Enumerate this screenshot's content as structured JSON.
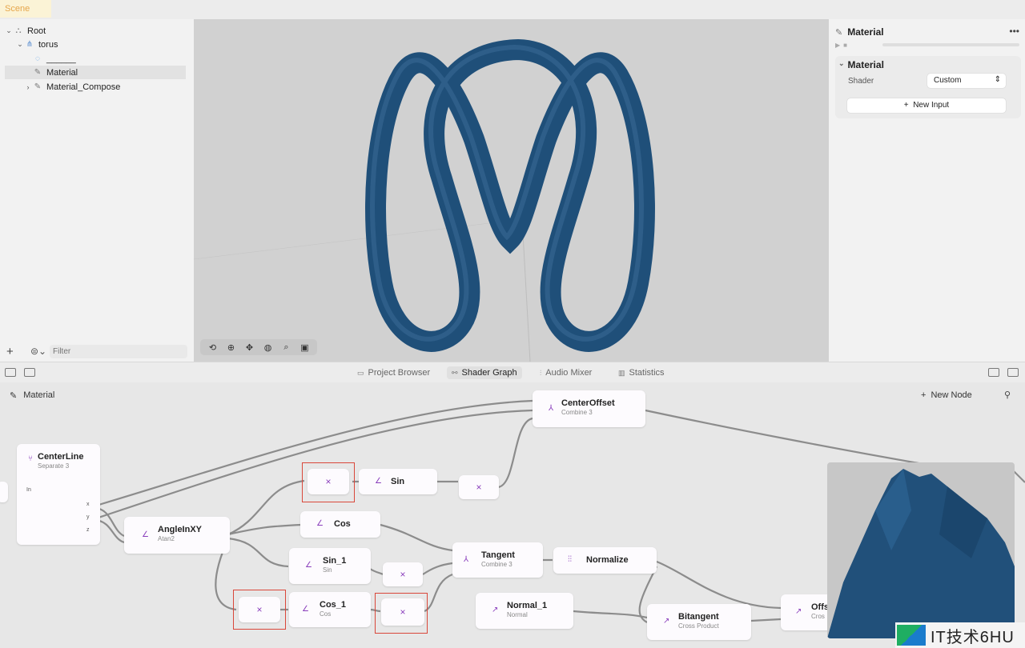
{
  "top_tab": {
    "label": "Scene"
  },
  "outline": {
    "items": [
      {
        "label": "Root",
        "chevron": "⌄",
        "icon": "⛬"
      },
      {
        "label": "torus",
        "chevron": "⌄",
        "icon": "⋔"
      },
      {
        "label": "______",
        "chevron": "",
        "icon": "◌"
      },
      {
        "label": "Material",
        "chevron": "",
        "icon": "✎"
      },
      {
        "label": "Material_Compose",
        "chevron": "›",
        "icon": "✎"
      }
    ],
    "filter_placeholder": "Filter"
  },
  "viewport": {
    "toolbar": [
      "select-icon",
      "orbit-icon",
      "move-icon",
      "globe-icon",
      "zoom-icon",
      "camera-icon"
    ]
  },
  "inspector": {
    "title": "Material",
    "section_title": "Material",
    "shader_label": "Shader",
    "shader_value": "Custom",
    "new_input_label": "New Input"
  },
  "tabs": [
    {
      "label": "Project Browser",
      "icon": "▭",
      "active": false
    },
    {
      "label": "Shader Graph",
      "icon": "⚯",
      "active": true
    },
    {
      "label": "Audio Mixer",
      "icon": "⫶",
      "active": false
    },
    {
      "label": "Statistics",
      "icon": "▥",
      "active": false
    }
  ],
  "graph": {
    "title": "Material",
    "new_node_label": "New Node",
    "nodes": {
      "centerline": {
        "title": "CenterLine",
        "sub": "Separate 3",
        "in": "In",
        "x": "x",
        "y": "y",
        "z": "z"
      },
      "angle": {
        "title": "AngleInXY",
        "sub": "Atan2"
      },
      "sin": {
        "title": "Sin"
      },
      "cos": {
        "title": "Cos"
      },
      "sin1": {
        "title": "Sin_1",
        "sub": "Sin"
      },
      "cos1": {
        "title": "Cos_1",
        "sub": "Cos"
      },
      "tangent": {
        "title": "Tangent",
        "sub": "Combine 3"
      },
      "normalize": {
        "title": "Normalize"
      },
      "normal1": {
        "title": "Normal_1",
        "sub": "Normal"
      },
      "bitangent": {
        "title": "Bitangent",
        "sub": "Cross Product"
      },
      "centeroffset": {
        "title": "CenterOffset",
        "sub": "Combine 3"
      },
      "offs": {
        "title": "Offs",
        "sub": "Cros"
      },
      "multiply_symbol": "×"
    }
  },
  "watermark": {
    "text": "IT技术6HU"
  },
  "colors": {
    "accent": "#8a3fbc",
    "torus": "#21507a",
    "highlight": "#d9473a",
    "scene_tab": "#e6a64b"
  }
}
